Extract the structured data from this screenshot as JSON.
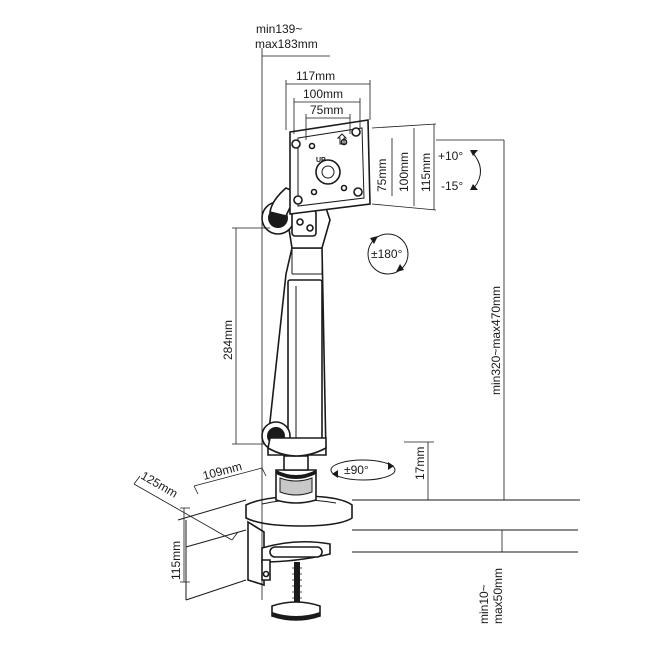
{
  "dimensions": {
    "width_range_line1": "min139~",
    "width_range_line2": "max183mm",
    "plate_117": "117mm",
    "plate_100": "100mm",
    "plate_75": "75mm",
    "vert_75": "75mm",
    "vert_100": "100mm",
    "vert_115": "115mm",
    "tilt_up": "+10°",
    "tilt_down": "-15°",
    "rotate_180": "±180°",
    "arm_284": "284mm",
    "height_range": "min320~max470mm",
    "swivel_90": "±90°",
    "base_17": "17mm",
    "base_109": "109mm",
    "depth_125": "125mm",
    "clamp_115": "115mm",
    "desk_range_line1": "min10~",
    "desk_range_line2": "max50mm"
  },
  "plate_marking": "UP"
}
